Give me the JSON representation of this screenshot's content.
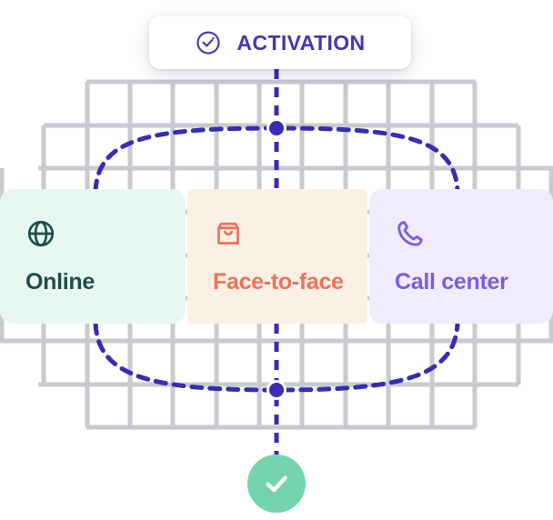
{
  "badge": {
    "label": "ACTIVATION",
    "icon": "check-circle-sparkle-icon",
    "text_color": "#4b33b5",
    "background": "#ffffff"
  },
  "cards": [
    {
      "id": "online",
      "label": "Online",
      "icon": "globe-icon",
      "background": "#e9f7f3",
      "accent": "#1f4d4a"
    },
    {
      "id": "face-to-face",
      "label": "Face-to-face",
      "icon": "shopping-bag-icon",
      "background": "#faf1e4",
      "accent": "#f0705a"
    },
    {
      "id": "call-center",
      "label": "Call center",
      "icon": "phone-icon",
      "background": "#f0ecfd",
      "accent": "#7c5ce0"
    }
  ],
  "success": {
    "icon": "check-icon",
    "background": "#74d3ac",
    "mark_color": "#ffffff"
  },
  "diagram": {
    "grid_color": "#c9c9cf",
    "path_color": "#3a2bb5",
    "node_color": "#3a2bb5",
    "node_ring_color": "#ffffff",
    "node_count": 2
  }
}
